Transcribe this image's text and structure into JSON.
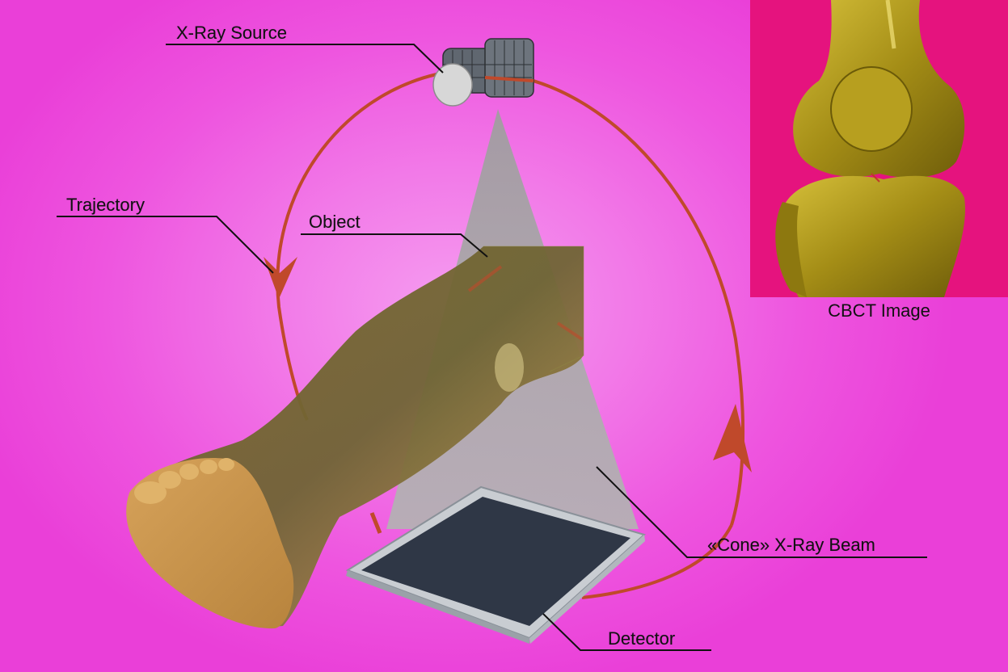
{
  "labels": {
    "xray_source": "X-Ray Source",
    "trajectory": "Trajectory",
    "object": "Object",
    "cone_beam": "«Cone» X-Ray Beam",
    "detector": "Detector",
    "cbct_image": "CBCT Image"
  },
  "colors": {
    "background": "#ee55df",
    "trajectory": "#c0492b",
    "beam": "#a6a6a6",
    "detector": "#2f3746",
    "inset_background": "#e5137e",
    "bone": "#b09a1c"
  },
  "icons": [
    "xray-tube-icon",
    "detector-panel-icon",
    "leg-object-icon",
    "knee-bone-icon"
  ]
}
